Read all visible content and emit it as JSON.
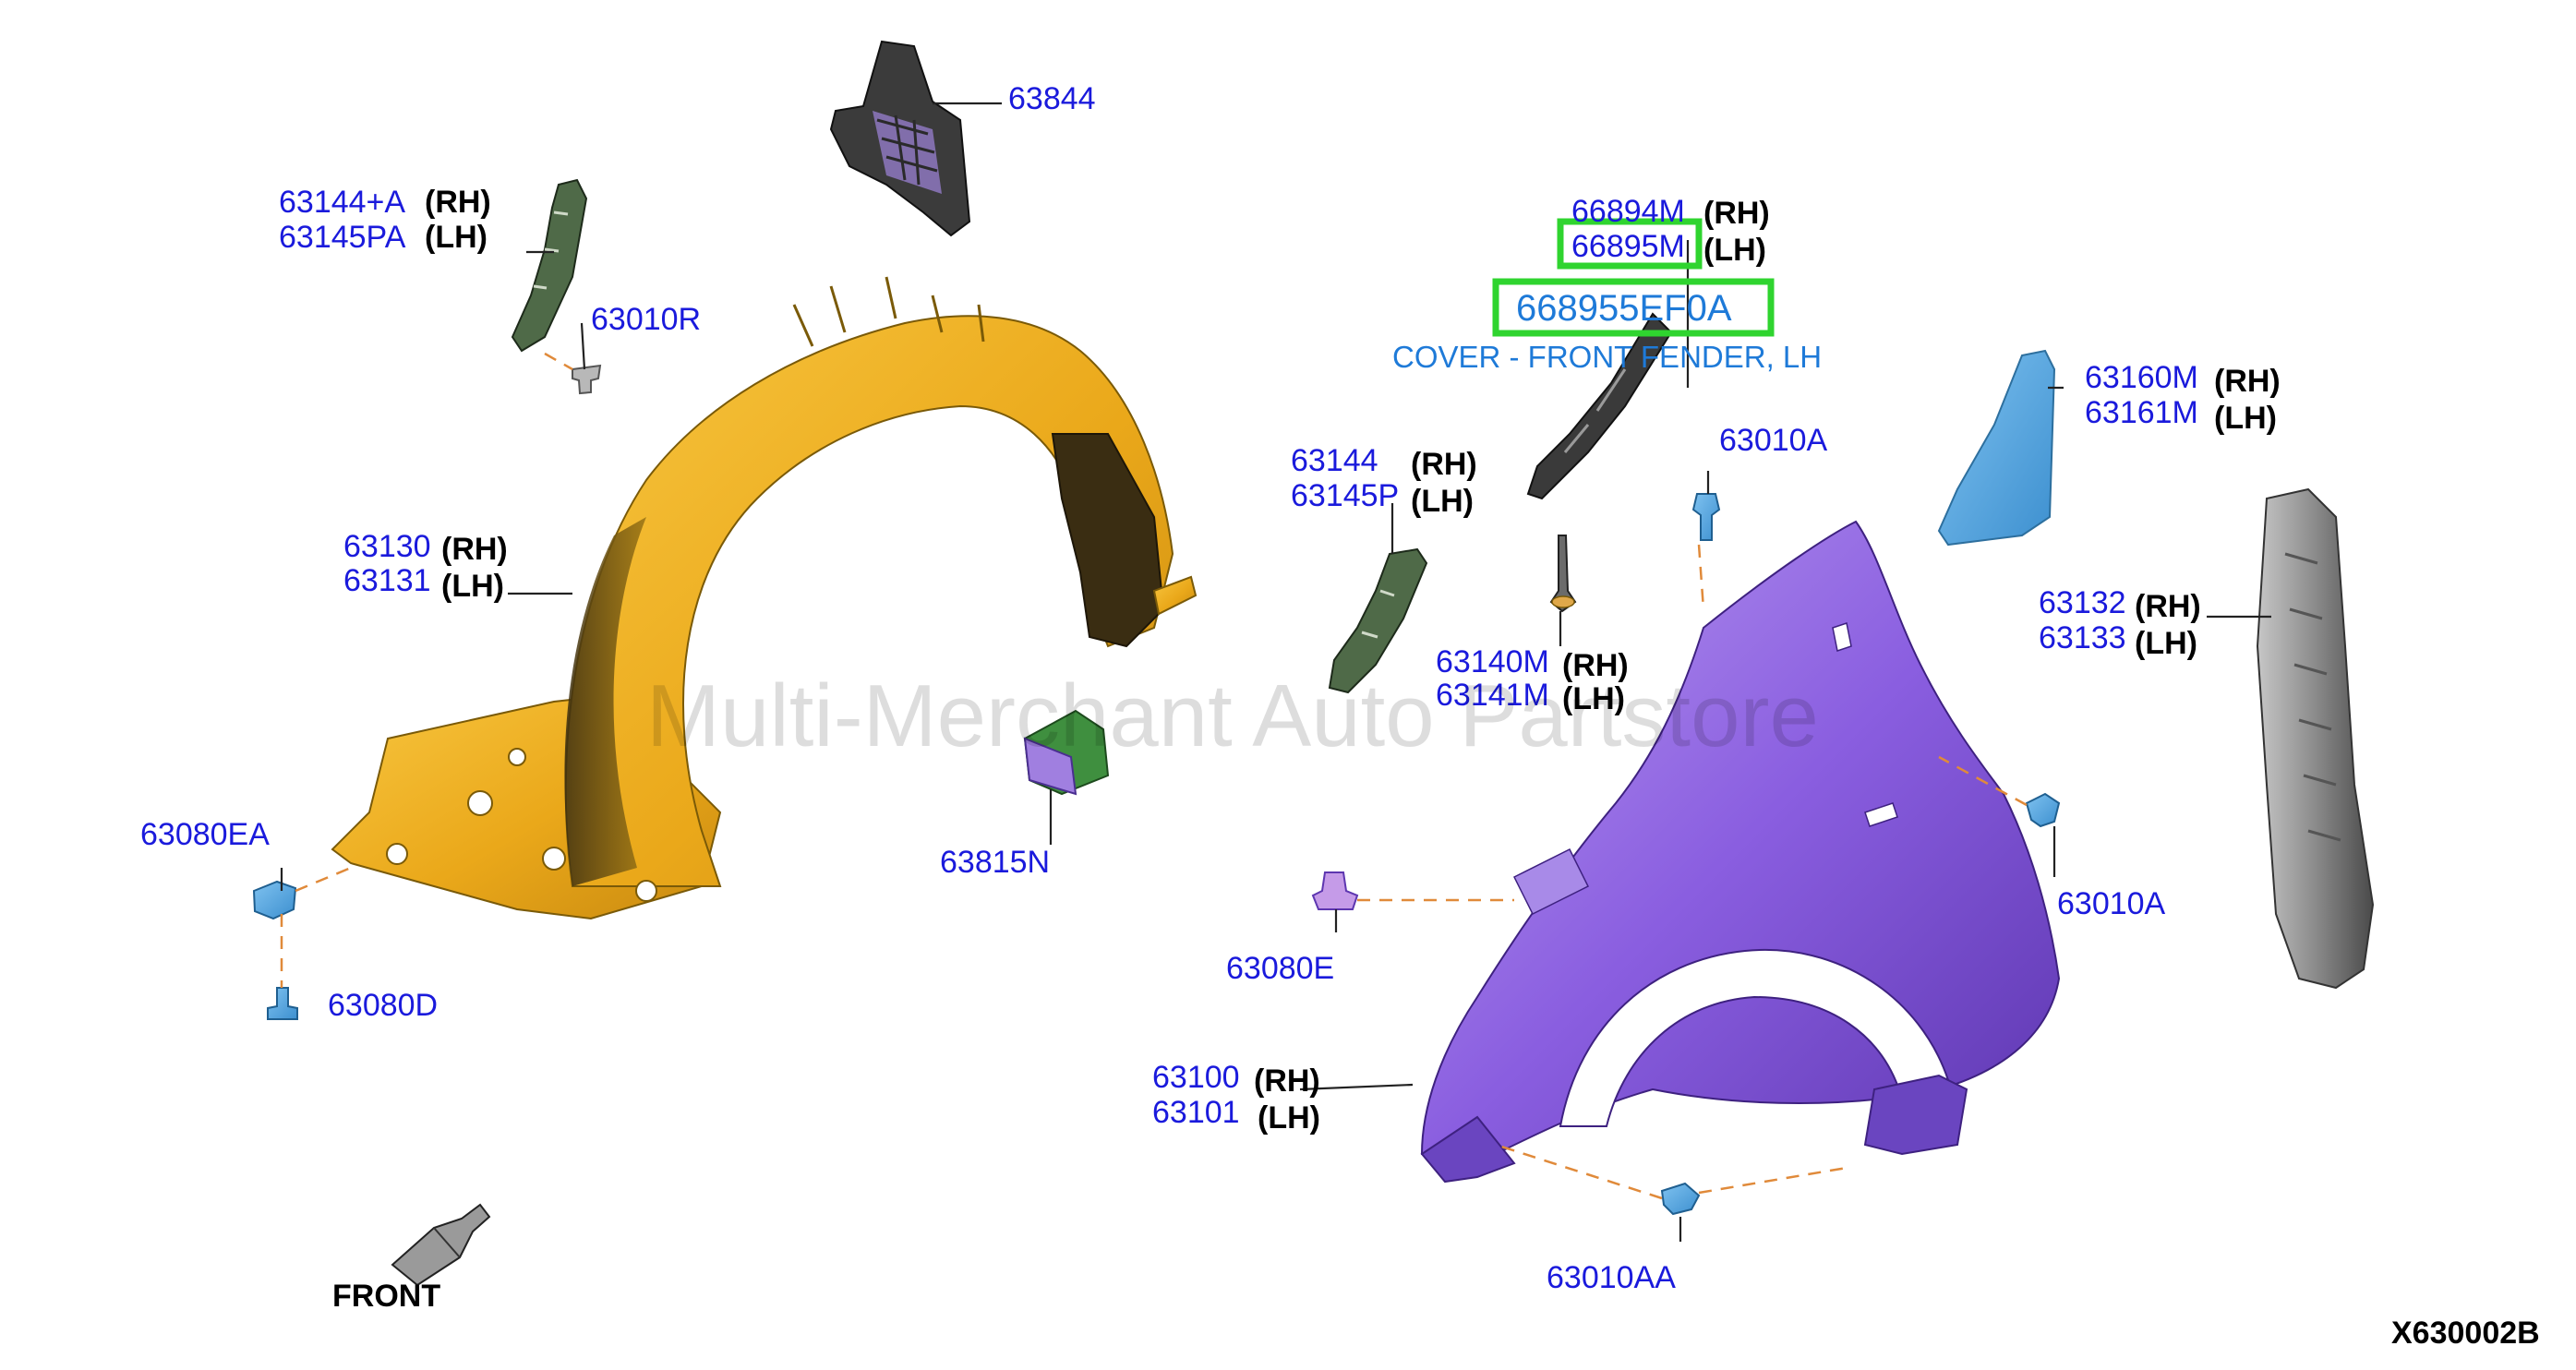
{
  "watermark": "Multi-Merchant Auto Partstore",
  "diagram_id": "X630002B",
  "front_label": "FRONT",
  "parts": {
    "p63844": "63844",
    "p63144a": "63144+A",
    "p63145pa": "63145PA",
    "p63010r": "63010R",
    "p63130": "63130",
    "p63131": "63131",
    "p63080ea": "63080EA",
    "p63080d": "63080D",
    "p63815n": "63815N",
    "p66894m": "66894M",
    "p66895m": "66895M",
    "p668955ef0a": "668955EF0A",
    "p63144": "63144",
    "p63145p": "63145P",
    "p63010a_top": "63010A",
    "p63160m": "63160M",
    "p63161m": "63161M",
    "p63140m": "63140M",
    "p63141m": "63141M",
    "p63132": "63132",
    "p63133": "63133",
    "p63010a_right": "63010A",
    "p63080e": "63080E",
    "p63100": "63100",
    "p63101": "63101",
    "p63010aa": "63010AA"
  },
  "sides": {
    "rh": "(RH)",
    "lh": "(LH)"
  },
  "highlight": {
    "description": "COVER - FRONT FENDER, LH",
    "color": "#2fd42f"
  },
  "colors": {
    "part_number": "#1a1adc",
    "description": "#1e7ad8",
    "fender_liner": "#f0b323",
    "fender": "#8a5ee0",
    "leader_dash": "#e08a3a"
  }
}
